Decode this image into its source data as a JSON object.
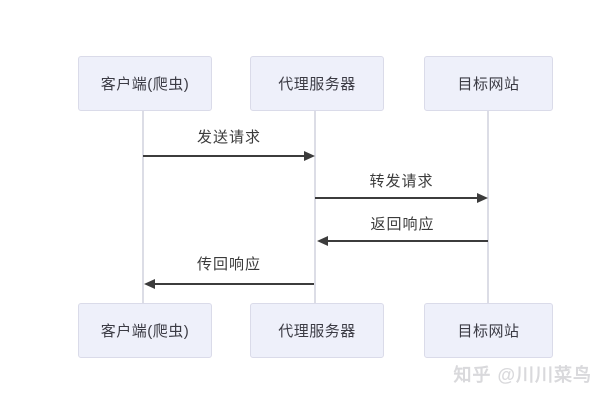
{
  "diagram": {
    "type": "sequence",
    "actors": [
      {
        "id": "client",
        "label": "客户端(爬虫)"
      },
      {
        "id": "proxy",
        "label": "代理服务器"
      },
      {
        "id": "target",
        "label": "目标网站"
      }
    ],
    "messages": [
      {
        "label": "发送请求",
        "from": "client",
        "to": "proxy",
        "direction": "right"
      },
      {
        "label": "转发请求",
        "from": "proxy",
        "to": "target",
        "direction": "right"
      },
      {
        "label": "返回响应",
        "from": "target",
        "to": "proxy",
        "direction": "left"
      },
      {
        "label": "传回响应",
        "from": "proxy",
        "to": "client",
        "direction": "left"
      }
    ],
    "colors": {
      "box_fill": "#eef0fa",
      "box_border": "#dadbe9",
      "lifeline": "#dcdde6",
      "arrow": "#3c3c3c",
      "text": "#3b3b44",
      "watermark": "#d9d9dc"
    }
  },
  "watermark": {
    "text": "知乎 @川川菜鸟"
  }
}
